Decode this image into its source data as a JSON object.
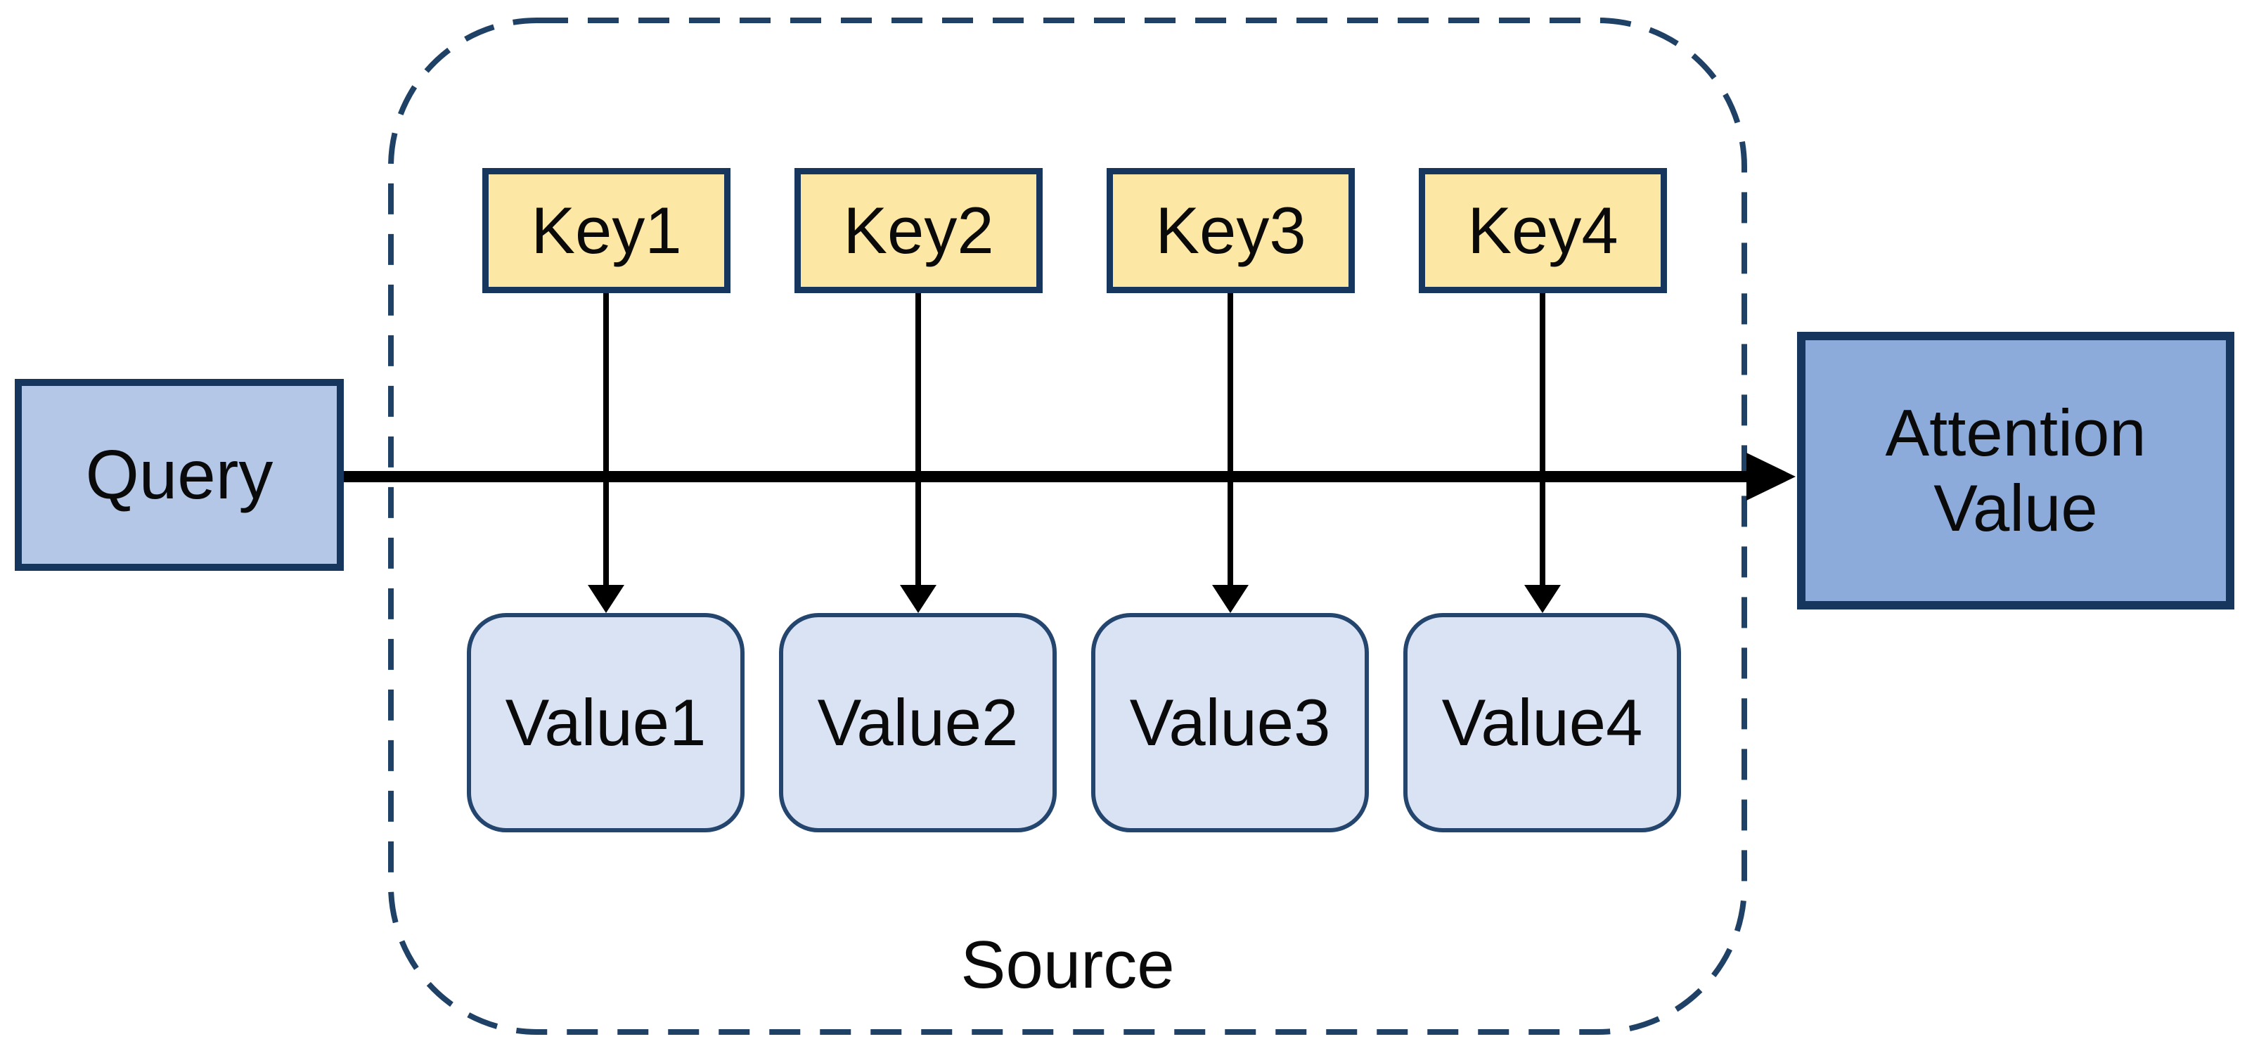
{
  "figure": {
    "description": "Attention mechanism diagram: a Query is matched against Keys inside a Source to weight Values, producing an Attention Value",
    "query": {
      "label": "Query"
    },
    "attention_value": {
      "label": "Attention Value",
      "lines": [
        "Attention",
        "Value"
      ]
    },
    "source": {
      "label": "Source",
      "keys": [
        {
          "label": "Key1"
        },
        {
          "label": "Key2"
        },
        {
          "label": "Key3"
        },
        {
          "label": "Key4"
        }
      ],
      "values": [
        {
          "label": "Value1"
        },
        {
          "label": "Value2"
        },
        {
          "label": "Value3"
        },
        {
          "label": "Value4"
        }
      ]
    },
    "colors": {
      "query_fill": "#b4c7e7",
      "attention_fill": "#8caada",
      "key_fill": "#fce8a4",
      "value_fill": "#dae3f3",
      "box_border": "#17365d",
      "value_border": "#24466e",
      "dashed_border": "#1f4166",
      "arrow": "#000000"
    }
  }
}
